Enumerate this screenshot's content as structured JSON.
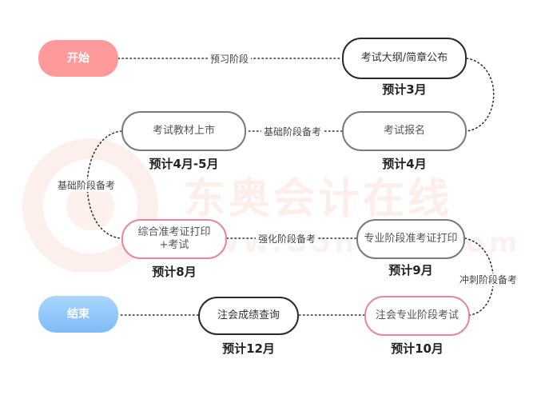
{
  "nodes": {
    "start": "开始",
    "exam_outline": "考试大纲/简章公布",
    "registration": "考试报名",
    "textbook": "考试教材上市",
    "comprehensive_ticket": "综合准考证打印\n+考试",
    "professional_ticket": "专业阶段准考证打印",
    "professional_exam": "注会专业阶段考试",
    "score_query": "注会成绩查询",
    "end": "结束"
  },
  "estimates": {
    "outline": "预计3月",
    "registration": "预计4月",
    "textbook": "预计4月-5月",
    "comprehensive": "预计8月",
    "professional_ticket": "预计9月",
    "professional_exam": "预计10月",
    "score_query": "预计12月"
  },
  "edge_labels": {
    "preview": "预习阶段",
    "basic_top": "基础阶段备考",
    "basic_left": "基础阶段备考",
    "strengthen": "强化阶段备考",
    "sprint": "冲刺阶段备考"
  },
  "watermark": {
    "brand": "东奥会计在线",
    "url": "www.dongao.com"
  },
  "colors": {
    "start_fill": "#ff9a9a",
    "end_fill": "#8cc6fa",
    "pink_border": "#e8869a",
    "dark_border": "#2a2a2a"
  }
}
